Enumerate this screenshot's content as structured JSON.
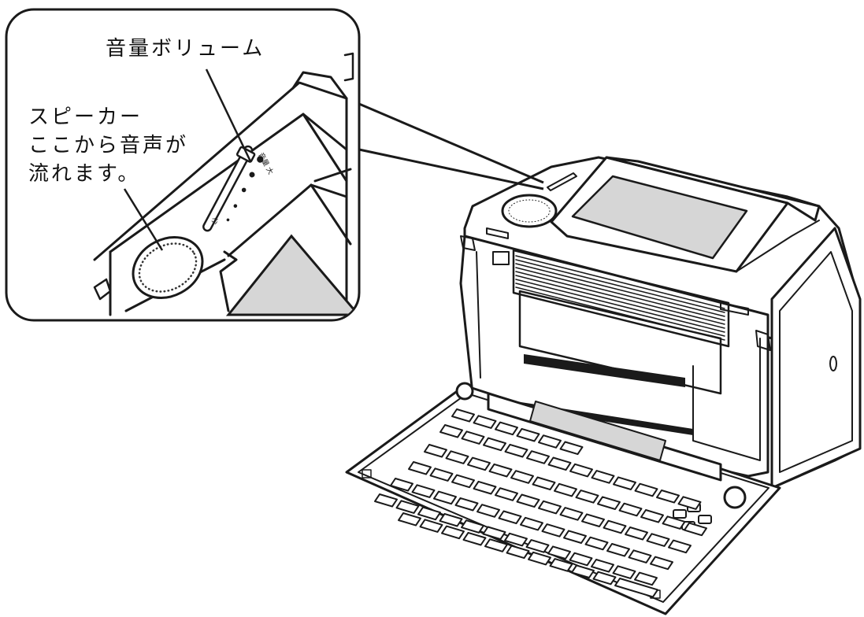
{
  "labels": {
    "volume": "音量ボリューム",
    "speaker_line1": "スピーカー",
    "speaker_line2": "ここから音声が",
    "speaker_line3": "流れます。"
  },
  "slider_marks": {
    "top": "音量 大",
    "bottom": "小"
  },
  "colors": {
    "line": "#1a1a1a",
    "screen_fill": "#d6d6d6",
    "background": "#ffffff"
  }
}
